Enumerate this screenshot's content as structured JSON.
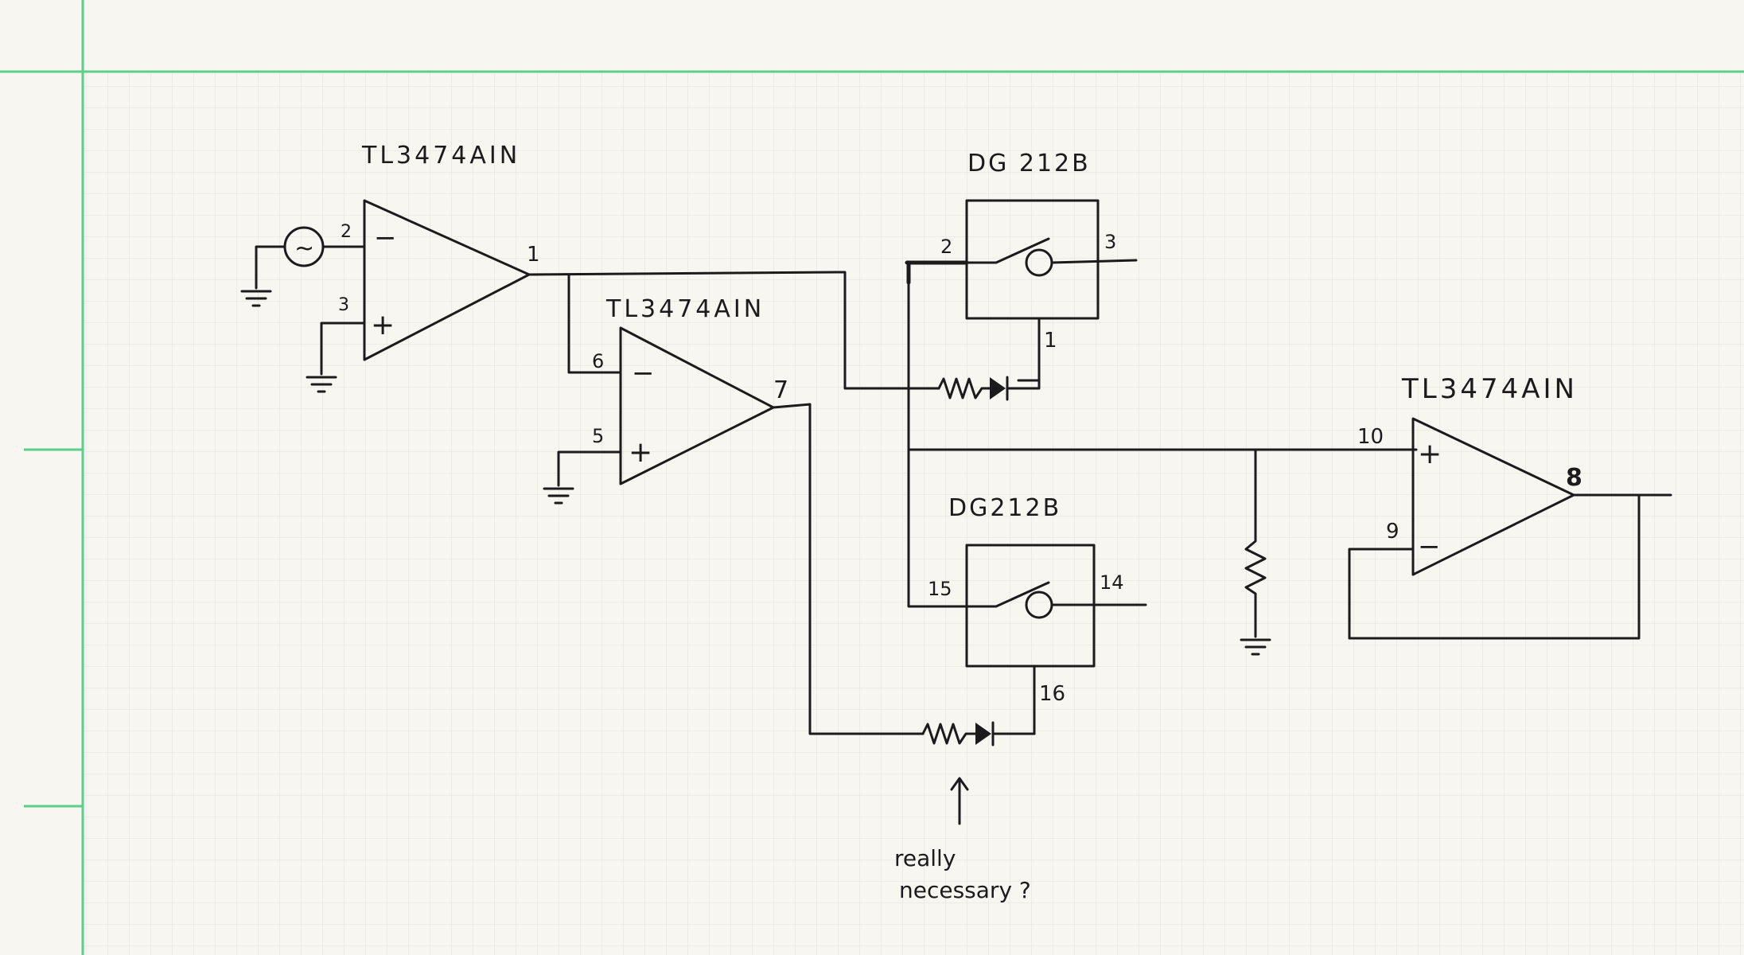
{
  "paper": {
    "background": "#f7f6f1",
    "grid_color": "#dfe2da",
    "margin_line_color": "#5ccf88",
    "ink_color": "#1b1b1b"
  },
  "diagram": {
    "opamp1": {
      "label": "TL3474AIN",
      "pin_inv": "2",
      "pin_noninv": "3",
      "pin_out": "1",
      "minus": "−",
      "plus": "+"
    },
    "opamp2": {
      "label": "TL3474AIN",
      "pin_inv": "6",
      "pin_noninv": "5",
      "pin_out": "7",
      "minus": "−",
      "plus": "+"
    },
    "opamp3": {
      "label": "TL3474AIN",
      "pin_noninv": "10",
      "pin_inv": "9",
      "pin_out": "8",
      "minus": "−",
      "plus": "+"
    },
    "switch1": {
      "label": "DG 212B",
      "pin_in": "2",
      "pin_out": "3",
      "pin_ctrl": "1"
    },
    "switch2": {
      "label": "DG212B",
      "pin_in": "15",
      "pin_out": "14",
      "pin_ctrl": "16"
    },
    "annotation": {
      "line1": "really",
      "line2": "necessary ?"
    },
    "source_symbol": "~"
  }
}
